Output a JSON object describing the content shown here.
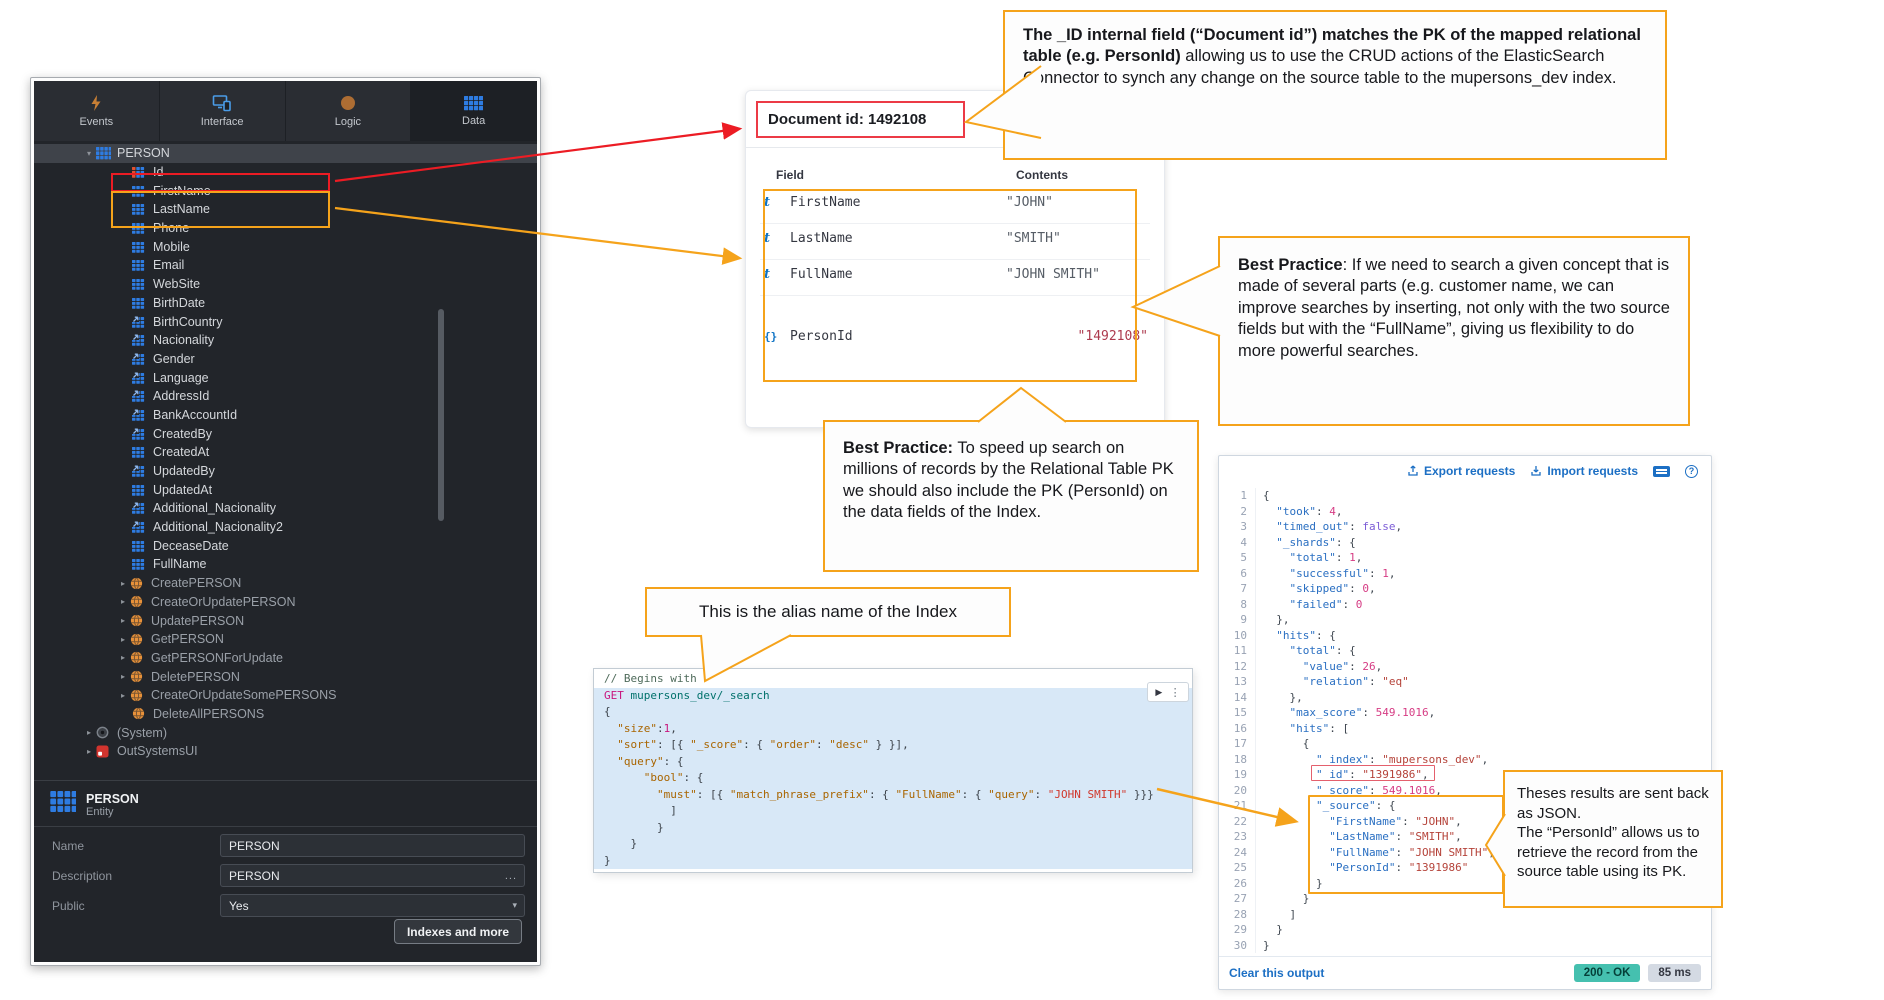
{
  "colors": {
    "annotation_orange": "#f5a31b",
    "highlight_red": "#ec1c24",
    "status_ok_teal": "#45c0af",
    "accent_blue": "#2e7ce2"
  },
  "left_panel": {
    "tabs": [
      {
        "label": "Events",
        "icon": "bolt-icon",
        "active": false
      },
      {
        "label": "Interface",
        "icon": "screen-icon",
        "active": false
      },
      {
        "label": "Logic",
        "icon": "circle-icon",
        "active": false
      },
      {
        "label": "Data",
        "icon": "grid-icon",
        "active": true
      }
    ],
    "tree": [
      {
        "label": "PERSON",
        "icon": "entity",
        "arrow": "down",
        "indent": 48,
        "selected": true
      },
      {
        "label": "Id",
        "icon": "attr-id",
        "arrow": null,
        "indent": 98
      },
      {
        "label": "FirstName",
        "icon": "attr",
        "arrow": null,
        "indent": 98
      },
      {
        "label": "LastName",
        "icon": "attr",
        "arrow": null,
        "indent": 98
      },
      {
        "label": "Phone",
        "icon": "attr",
        "arrow": null,
        "indent": 98
      },
      {
        "label": "Mobile",
        "icon": "attr",
        "arrow": null,
        "indent": 98
      },
      {
        "label": "Email",
        "icon": "attr",
        "arrow": null,
        "indent": 98
      },
      {
        "label": "WebSite",
        "icon": "attr",
        "arrow": null,
        "indent": 98
      },
      {
        "label": "BirthDate",
        "icon": "attr",
        "arrow": null,
        "indent": 98
      },
      {
        "label": "BirthCountry",
        "icon": "attr-ref",
        "arrow": null,
        "indent": 98
      },
      {
        "label": "Nacionality",
        "icon": "attr-ref",
        "arrow": null,
        "indent": 98
      },
      {
        "label": "Gender",
        "icon": "attr-ref",
        "arrow": null,
        "indent": 98
      },
      {
        "label": "Language",
        "icon": "attr-ref",
        "arrow": null,
        "indent": 98
      },
      {
        "label": "AddressId",
        "icon": "attr-ref",
        "arrow": null,
        "indent": 98
      },
      {
        "label": "BankAccountId",
        "icon": "attr-ref",
        "arrow": null,
        "indent": 98
      },
      {
        "label": "CreatedBy",
        "icon": "attr-ref",
        "arrow": null,
        "indent": 98
      },
      {
        "label": "CreatedAt",
        "icon": "attr",
        "arrow": null,
        "indent": 98
      },
      {
        "label": "UpdatedBy",
        "icon": "attr-ref",
        "arrow": null,
        "indent": 98
      },
      {
        "label": "UpdatedAt",
        "icon": "attr",
        "arrow": null,
        "indent": 98
      },
      {
        "label": "Additional_Nacionality",
        "icon": "attr-ref",
        "arrow": null,
        "indent": 98
      },
      {
        "label": "Additional_Nacionality2",
        "icon": "attr-ref",
        "arrow": null,
        "indent": 98
      },
      {
        "label": "DeceaseDate",
        "icon": "attr",
        "arrow": null,
        "indent": 98
      },
      {
        "label": "FullName",
        "icon": "attr",
        "arrow": null,
        "indent": 98
      },
      {
        "label": "CreatePERSON",
        "icon": "action",
        "arrow": "right",
        "indent": 82,
        "muted": true
      },
      {
        "label": "CreateOrUpdatePERSON",
        "icon": "action",
        "arrow": "right",
        "indent": 82,
        "muted": true
      },
      {
        "label": "UpdatePERSON",
        "icon": "action",
        "arrow": "right",
        "indent": 82,
        "muted": true
      },
      {
        "label": "GetPERSON",
        "icon": "action",
        "arrow": "right",
        "indent": 82,
        "muted": true
      },
      {
        "label": "GetPERSONForUpdate",
        "icon": "action",
        "arrow": "right",
        "indent": 82,
        "muted": true
      },
      {
        "label": "DeletePERSON",
        "icon": "action",
        "arrow": "right",
        "indent": 82,
        "muted": true
      },
      {
        "label": "CreateOrUpdateSomePERSONS",
        "icon": "action",
        "arrow": "right",
        "indent": 82,
        "muted": true
      },
      {
        "label": "DeleteAllPERSONS",
        "icon": "action",
        "arrow": null,
        "indent": 98,
        "muted": true
      },
      {
        "label": "(System)",
        "icon": "system",
        "arrow": "right",
        "indent": 48,
        "muted": true
      },
      {
        "label": "OutSystemsUI",
        "icon": "osui",
        "arrow": "right",
        "indent": 48,
        "muted": true
      }
    ],
    "properties": {
      "title": "PERSON",
      "subtitle": "Entity",
      "name_label": "Name",
      "name_value": "PERSON",
      "desc_label": "Description",
      "desc_value": "PERSON",
      "desc_more": "...",
      "public_label": "Public",
      "public_value": "Yes",
      "button_label": "Indexes and more"
    }
  },
  "document_card": {
    "title": "Document id: 1492108",
    "col_field": "Field",
    "col_contents": "Contents",
    "rows": [
      {
        "icon": "t",
        "field": "FirstName",
        "value": "\"JOHN\""
      },
      {
        "icon": "t",
        "field": "LastName",
        "value": "\"SMITH\""
      },
      {
        "icon": "t",
        "field": "FullName",
        "value": "\"JOHN SMITH\""
      },
      {
        "icon": "{}",
        "field": "PersonId",
        "value": "\"1492108\"",
        "highlight": true
      }
    ]
  },
  "callouts": {
    "doc_id": {
      "bold": "The _ID internal field (“Document id”) matches the PK of the mapped relational table (e.g. PersonId)",
      "text": " allowing us to use the CRUD actions of the ElasticSearch Connector to synch any change on the source table to the mupersons_dev index."
    },
    "fullname": {
      "bold": "Best Practice",
      "text": ": If we need to search a given concept that is made of several parts (e.g. customer name, we can improve searches by inserting, not only with the two source fields but with the “FullName”, giving us flexibility to do more powerful searches."
    },
    "personid": {
      "bold": "Best Practice:",
      "text": " To speed up search on millions of records by the Relational Table PK we should also include the PK (PersonId) on the data fields of the Index."
    },
    "alias": {
      "text": "This is the alias name of the Index"
    },
    "results": {
      "lines": [
        "Theses results are sent back as JSON.",
        "The “PersonId” allows us to retrieve the record from the source table using its PK."
      ]
    }
  },
  "query_editor": {
    "lines": [
      [
        [
          "cm",
          "// Begins with"
        ]
      ],
      [
        [
          "mth",
          "GET"
        ],
        [
          "pl",
          " "
        ],
        [
          "url",
          "mupersons_dev/_search"
        ]
      ],
      [
        [
          "pl",
          "{"
        ]
      ],
      [
        [
          "pl",
          "  "
        ],
        [
          "k",
          "\"size\""
        ],
        [
          "pl",
          ":"
        ],
        [
          "num",
          "1"
        ],
        [
          "pl",
          ","
        ]
      ],
      [
        [
          "pl",
          "  "
        ],
        [
          "k",
          "\"sort\""
        ],
        [
          "pl",
          ": [{ "
        ],
        [
          "k",
          "\"_score\""
        ],
        [
          "pl",
          ": { "
        ],
        [
          "k",
          "\"order\""
        ],
        [
          "pl",
          ": "
        ],
        [
          "k",
          "\"desc\""
        ],
        [
          "pl",
          " } }],"
        ]
      ],
      [
        [
          "pl",
          "  "
        ],
        [
          "k",
          "\"query\""
        ],
        [
          "pl",
          ": {"
        ]
      ],
      [
        [
          "pl",
          "      "
        ],
        [
          "k",
          "\"bool\""
        ],
        [
          "pl",
          ": {"
        ]
      ],
      [
        [
          "pl",
          "        "
        ],
        [
          "k",
          "\"must\""
        ],
        [
          "pl",
          ": [{ "
        ],
        [
          "k",
          "\"match_phrase_prefix\""
        ],
        [
          "pl",
          ": { "
        ],
        [
          "k",
          "\"FullName\""
        ],
        [
          "pl",
          ": { "
        ],
        [
          "k",
          "\"query\""
        ],
        [
          "pl",
          ": "
        ],
        [
          "strq",
          "\"JOHN SMITH\""
        ],
        [
          "pl",
          " }}}"
        ]
      ],
      [
        [
          "pl",
          "          ]"
        ]
      ],
      [
        [
          "pl",
          "        }"
        ]
      ],
      [
        [
          "pl",
          "    }"
        ]
      ],
      [
        [
          "pl",
          "}"
        ]
      ]
    ]
  },
  "output_panel": {
    "toolbar": {
      "export_label": "Export requests",
      "import_label": "Import requests"
    },
    "lines": [
      [
        [
          "op",
          "{"
        ]
      ],
      [
        [
          "op",
          "  "
        ],
        [
          "ok",
          "\"took\""
        ],
        [
          "op",
          ": "
        ],
        [
          "on",
          "4"
        ],
        [
          "op",
          ","
        ]
      ],
      [
        [
          "op",
          "  "
        ],
        [
          "ok",
          "\"timed_out\""
        ],
        [
          "op",
          ": "
        ],
        [
          "ob",
          "false"
        ],
        [
          "op",
          ","
        ]
      ],
      [
        [
          "op",
          "  "
        ],
        [
          "ok",
          "\"_shards\""
        ],
        [
          "op",
          ": {"
        ]
      ],
      [
        [
          "op",
          "    "
        ],
        [
          "ok",
          "\"total\""
        ],
        [
          "op",
          ": "
        ],
        [
          "on",
          "1"
        ],
        [
          "op",
          ","
        ]
      ],
      [
        [
          "op",
          "    "
        ],
        [
          "ok",
          "\"successful\""
        ],
        [
          "op",
          ": "
        ],
        [
          "on",
          "1"
        ],
        [
          "op",
          ","
        ]
      ],
      [
        [
          "op",
          "    "
        ],
        [
          "ok",
          "\"skipped\""
        ],
        [
          "op",
          ": "
        ],
        [
          "on",
          "0"
        ],
        [
          "op",
          ","
        ]
      ],
      [
        [
          "op",
          "    "
        ],
        [
          "ok",
          "\"failed\""
        ],
        [
          "op",
          ": "
        ],
        [
          "on",
          "0"
        ]
      ],
      [
        [
          "op",
          "  },"
        ]
      ],
      [
        [
          "op",
          "  "
        ],
        [
          "ok",
          "\"hits\""
        ],
        [
          "op",
          ": {"
        ]
      ],
      [
        [
          "op",
          "    "
        ],
        [
          "ok",
          "\"total\""
        ],
        [
          "op",
          ": {"
        ]
      ],
      [
        [
          "op",
          "      "
        ],
        [
          "ok",
          "\"value\""
        ],
        [
          "op",
          ": "
        ],
        [
          "on",
          "26"
        ],
        [
          "op",
          ","
        ]
      ],
      [
        [
          "op",
          "      "
        ],
        [
          "ok",
          "\"relation\""
        ],
        [
          "op",
          ": "
        ],
        [
          "os",
          "\"eq\""
        ]
      ],
      [
        [
          "op",
          "    },"
        ]
      ],
      [
        [
          "op",
          "    "
        ],
        [
          "ok",
          "\"max_score\""
        ],
        [
          "op",
          ": "
        ],
        [
          "on",
          "549.1016"
        ],
        [
          "op",
          ","
        ]
      ],
      [
        [
          "op",
          "    "
        ],
        [
          "ok",
          "\"hits\""
        ],
        [
          "op",
          ": ["
        ]
      ],
      [
        [
          "op",
          "      {"
        ]
      ],
      [
        [
          "op",
          "        "
        ],
        [
          "ok",
          "\"_index\""
        ],
        [
          "op",
          ": "
        ],
        [
          "os",
          "\"mupersons_dev\""
        ],
        [
          "op",
          ","
        ]
      ],
      [
        [
          "op",
          "        "
        ],
        [
          "ok",
          "\"_id\""
        ],
        [
          "op",
          ": "
        ],
        [
          "os",
          "\"1391986\""
        ],
        [
          "op",
          ","
        ]
      ],
      [
        [
          "op",
          "        "
        ],
        [
          "ok",
          "\"_score\""
        ],
        [
          "op",
          ": "
        ],
        [
          "on",
          "549.1016"
        ],
        [
          "op",
          ","
        ]
      ],
      [
        [
          "op",
          "        "
        ],
        [
          "ok",
          "\"_source\""
        ],
        [
          "op",
          ": {"
        ]
      ],
      [
        [
          "op",
          "          "
        ],
        [
          "ok",
          "\"FirstName\""
        ],
        [
          "op",
          ": "
        ],
        [
          "os",
          "\"JOHN\""
        ],
        [
          "op",
          ","
        ]
      ],
      [
        [
          "op",
          "          "
        ],
        [
          "ok",
          "\"LastName\""
        ],
        [
          "op",
          ": "
        ],
        [
          "os",
          "\"SMITH\""
        ],
        [
          "op",
          ","
        ]
      ],
      [
        [
          "op",
          "          "
        ],
        [
          "ok",
          "\"FullName\""
        ],
        [
          "op",
          ": "
        ],
        [
          "os",
          "\"JOHN SMITH\""
        ],
        [
          "op",
          ","
        ]
      ],
      [
        [
          "op",
          "          "
        ],
        [
          "ok",
          "\"PersonId\""
        ],
        [
          "op",
          ": "
        ],
        [
          "os",
          "\"1391986\""
        ]
      ],
      [
        [
          "op",
          "        }"
        ]
      ],
      [
        [
          "op",
          "      }"
        ]
      ],
      [
        [
          "op",
          "    ]"
        ]
      ],
      [
        [
          "op",
          "  }"
        ]
      ],
      [
        [
          "op",
          "}"
        ]
      ]
    ],
    "footer": {
      "clear_label": "Clear this output",
      "status": "200 - OK",
      "time": "85 ms"
    }
  }
}
